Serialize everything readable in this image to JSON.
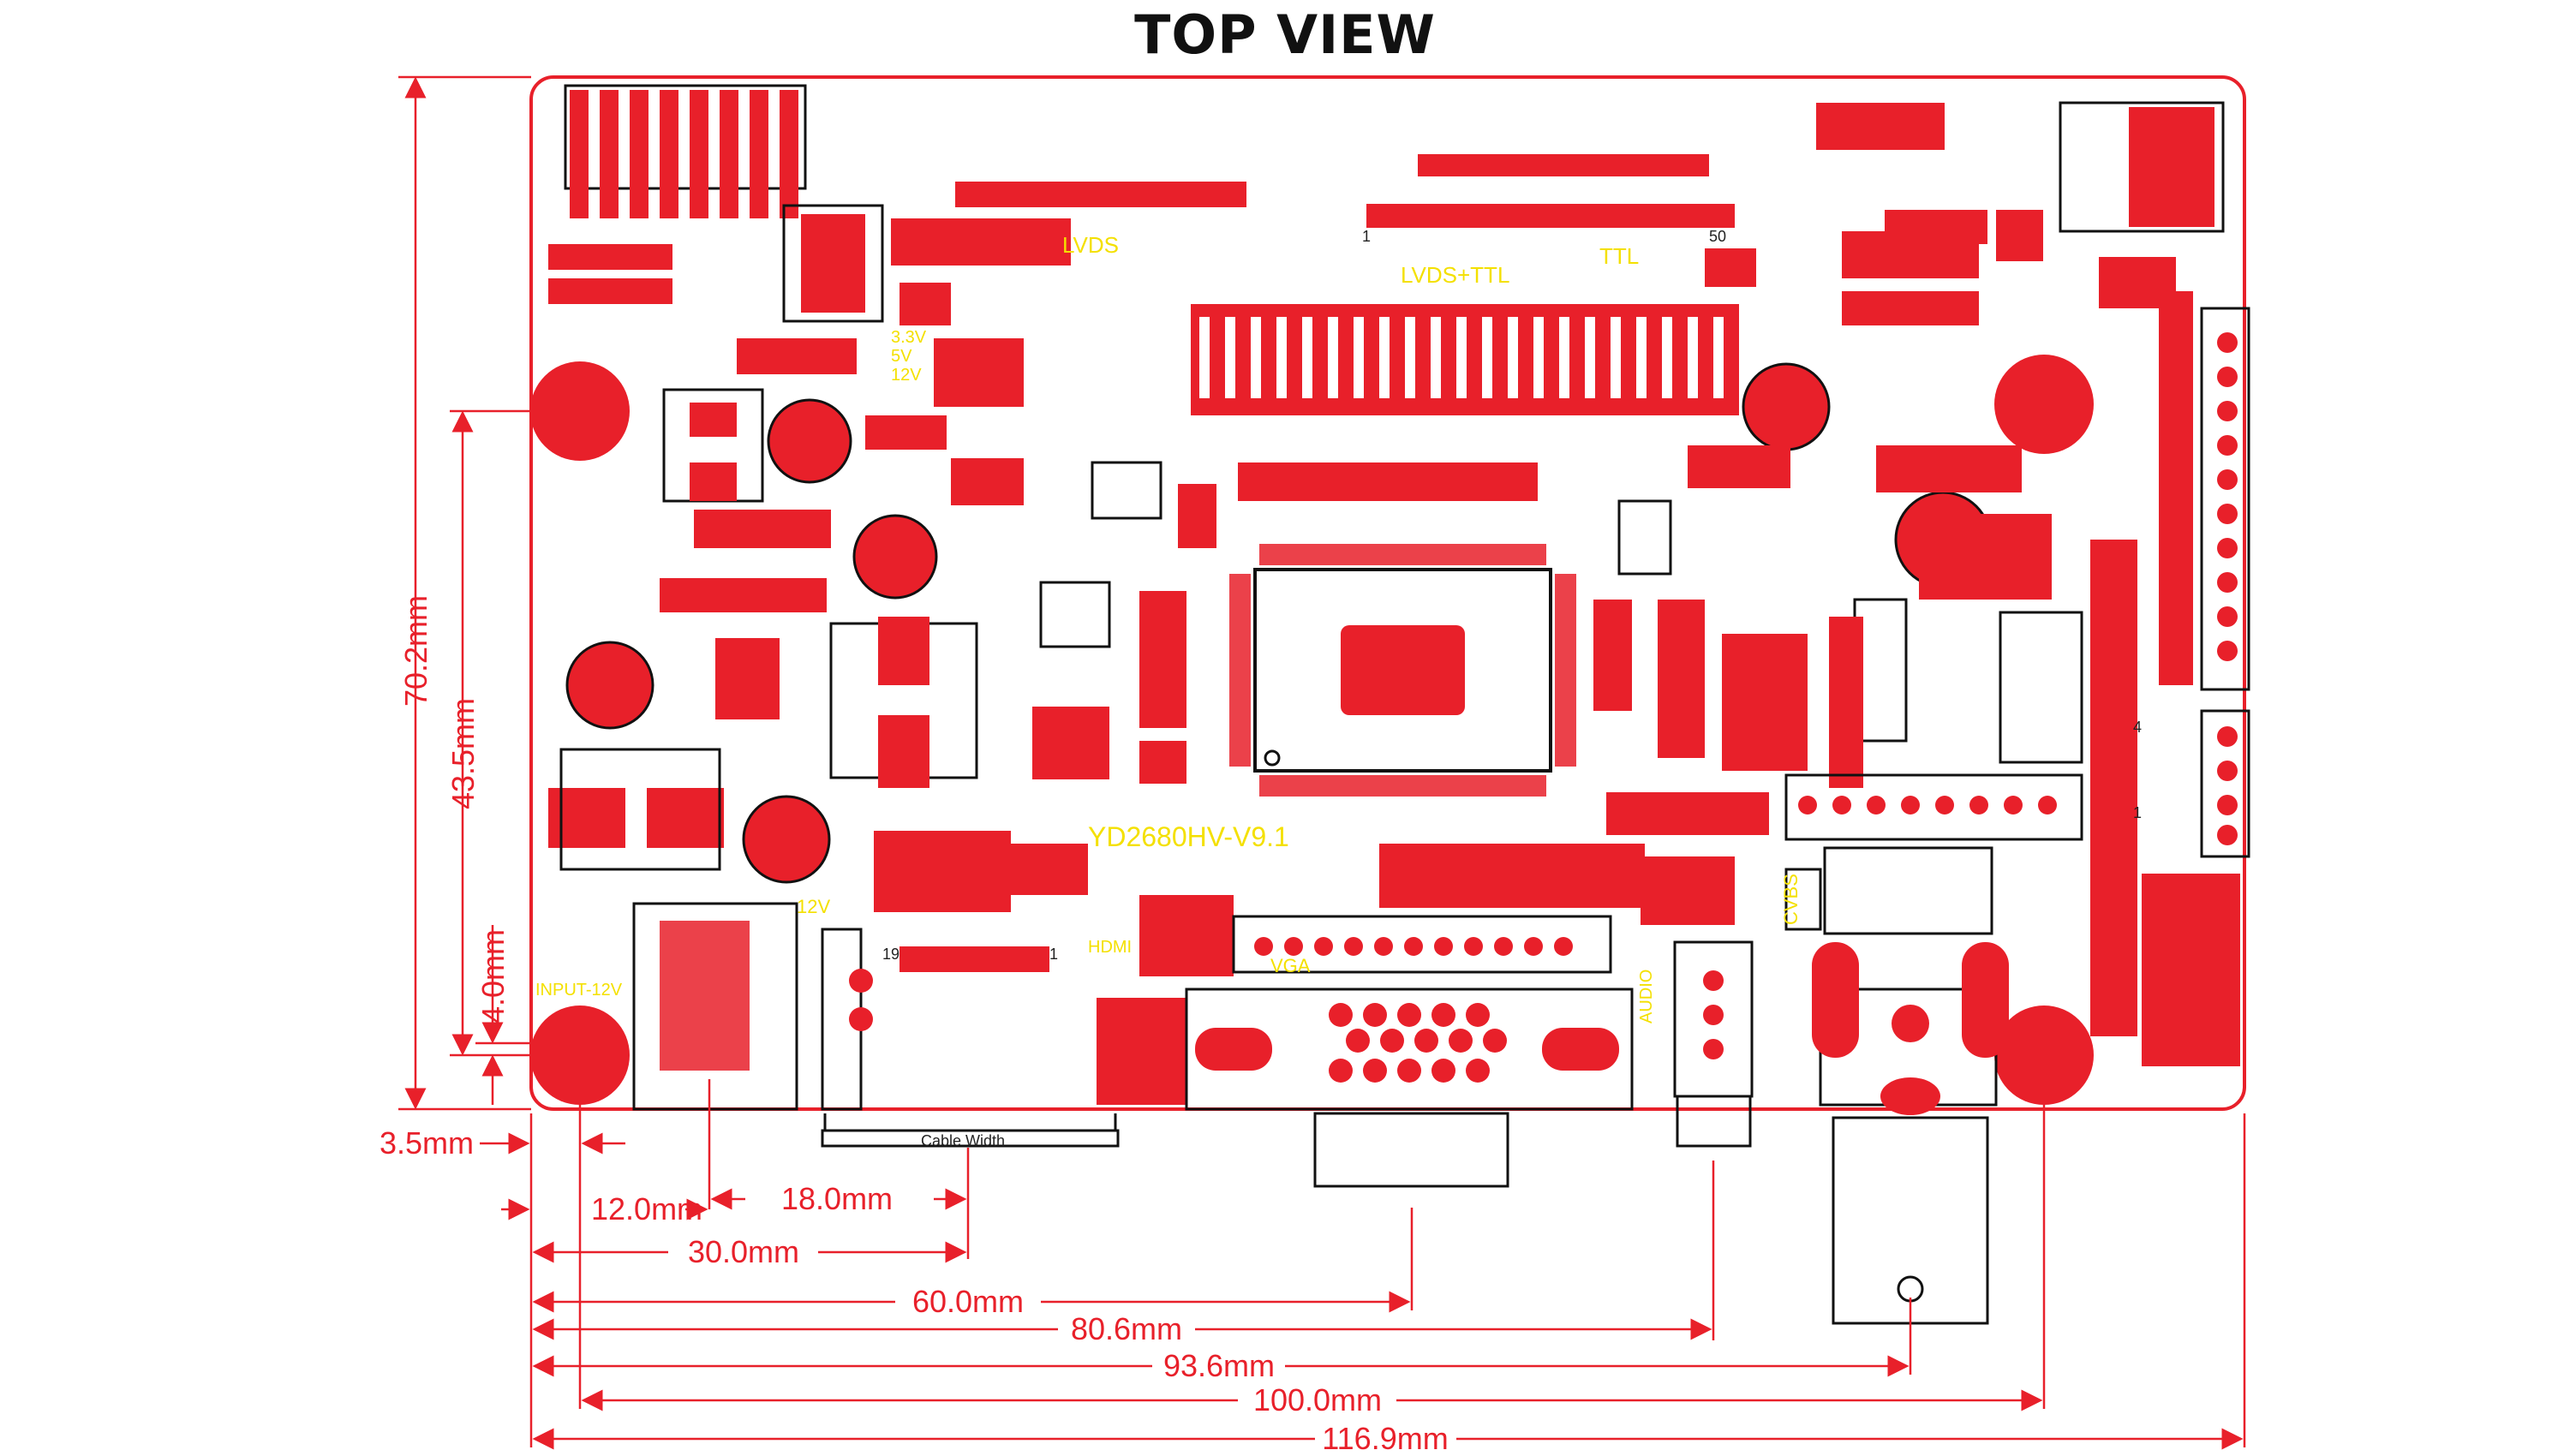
{
  "title": "TOP VIEW",
  "colors": {
    "accent": "#e8202a",
    "silkscreen": "#f4e000",
    "outline": "#111111",
    "background": "#ffffff"
  },
  "board": {
    "model": "YD2680HV-V9.1",
    "silkscreen_labels": {
      "lvds": "LVDS",
      "lvds_ttl": "LVDS+TTL",
      "ttl": "TTL",
      "v33": "3.3V",
      "v5": "5V",
      "v12a": "12V",
      "v12b": "12V",
      "hdmi": "HDMI",
      "vga": "VGA",
      "audio": "AUDIO",
      "cvbs": "CVBS",
      "input": "INPUT-12V",
      "pin1": "1",
      "pin19": "19",
      "pin1b": "1",
      "pin50": "50",
      "pin4": "4",
      "pin1c": "1"
    },
    "cable_label": "Cable Width"
  },
  "dimensions": {
    "vertical": {
      "height": "70.2mm",
      "mid": "43.5mm",
      "low": "4.0mm"
    },
    "horizontal": {
      "d1": "3.5mm",
      "d2": "12.0mm",
      "d3": "18.0mm",
      "d4": "30.0mm",
      "d5": "60.0mm",
      "d6": "80.6mm",
      "d7": "93.6mm",
      "d8": "100.0mm",
      "d9": "116.9mm"
    }
  }
}
